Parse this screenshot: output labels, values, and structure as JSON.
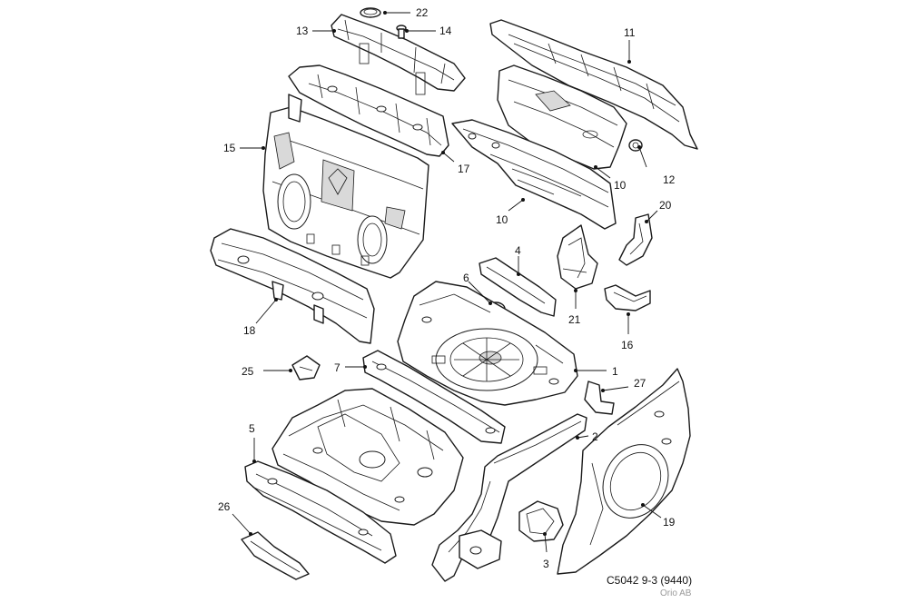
{
  "diagram": {
    "caption": "C5042 9-3 (9440)",
    "copyright": "Orio AB",
    "callouts": {
      "c1": "1",
      "c2": "2",
      "c3": "3",
      "c4": "4",
      "c5": "5",
      "c6": "6",
      "c7": "7",
      "c10a": "10",
      "c10b": "10",
      "c11": "11",
      "c12": "12",
      "c13": "13",
      "c14": "14",
      "c15": "15",
      "c16": "16",
      "c17": "17",
      "c18": "18",
      "c19": "19",
      "c20": "20",
      "c21": "21",
      "c22": "22",
      "c25": "25",
      "c26": "26",
      "c27": "27"
    }
  }
}
